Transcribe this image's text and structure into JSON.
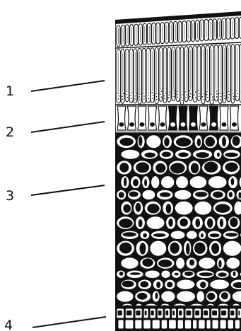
{
  "figure": {
    "callouts": [
      {
        "label": "1"
      },
      {
        "label": "2"
      },
      {
        "label": "3"
      },
      {
        "label": "4"
      }
    ]
  }
}
